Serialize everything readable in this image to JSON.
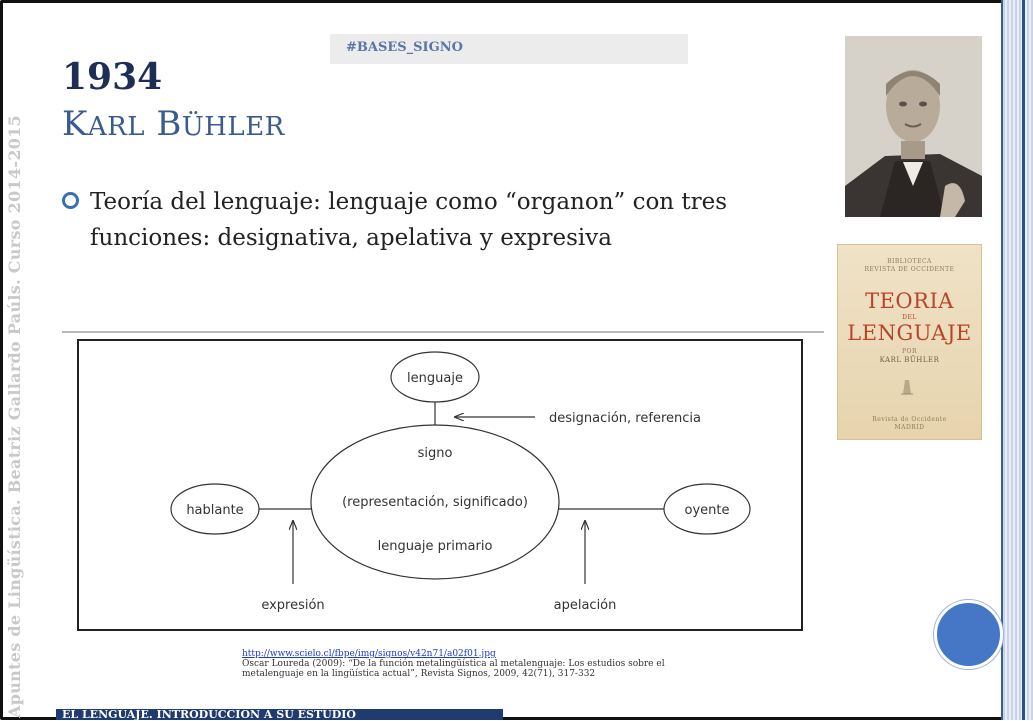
{
  "side_text": "Apuntes de Lingüística. Beatriz Gallardo Paúls. Curso 2014-2015",
  "tag": "#BASES_SIGNO",
  "year": "1934",
  "author": {
    "first_initial": "K",
    "first_rest": "ARL",
    "last_initial": "B",
    "last_rest": "ÜHLER"
  },
  "bullet": "Teoría del lenguaje: lenguaje como “organon” con tres funciones: designativa, apelativa y expresiva",
  "diagram": {
    "lenguaje": "lenguaje",
    "designacion": "designación, referencia",
    "signo": "signo",
    "representacion": "(representación, significado)",
    "lenguaje_primario": "lenguaje primario",
    "hablante": "hablante",
    "oyente": "oyente",
    "expresion": "expresión",
    "apelacion": "apelación"
  },
  "source": {
    "url": "http://www.scielo.cl/fbpe/img/signos/v42n71/a02f01.jpg",
    "line1": "Óscar Loureda (2009): “De la función metalingüística al metalenguaje: Los estudios sobre el",
    "line2": "metalenguaje en la lingüística actual”, Revista Signos, 2009, 42(71), 317-332"
  },
  "footer": "EL LENGUAJE. INTRODUCCIÓN A SU ESTUDIO",
  "book_cover": {
    "top_line1": "BIBLIOTECA",
    "top_line2": "REVISTA DE OCCIDENTE",
    "title1": "TEORIA",
    "del": "DEL",
    "title2": "LENGUAJE",
    "por": "POR",
    "author": "KARL BÜHLER",
    "publisher1": "Revista de Occidente",
    "publisher2": "MADRID"
  },
  "colors": {
    "title": "#1f2e55",
    "author": "#3a5a92",
    "bullet_icon": "#3a6fb5",
    "footer_bg": "#1f3b70",
    "accent_circle": "#4577c6"
  }
}
